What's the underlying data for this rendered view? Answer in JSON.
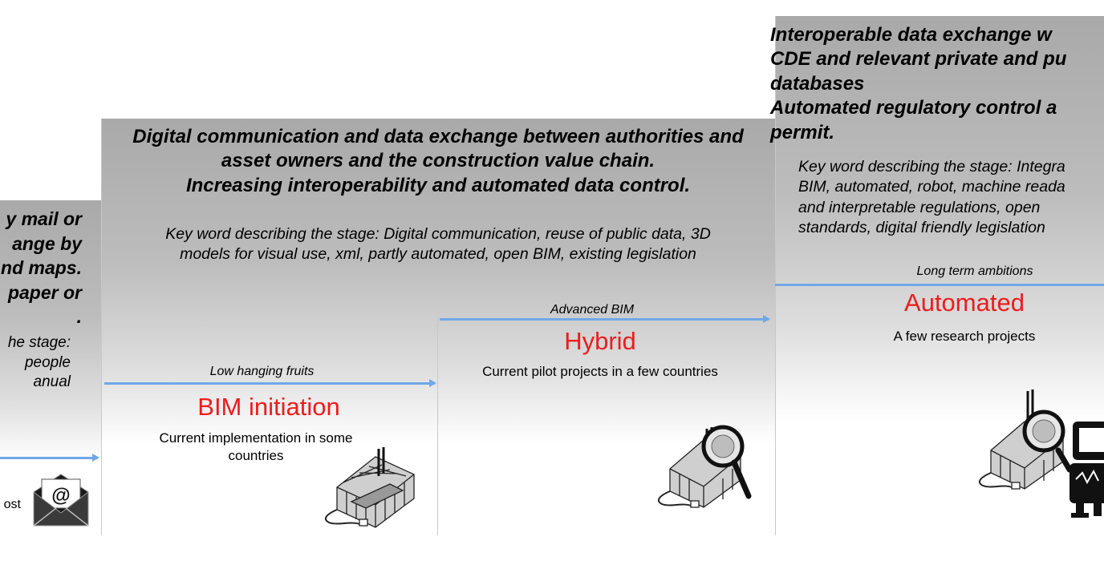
{
  "stage1": {
    "heading": "y mail or\nange by\nnd maps.\npaper or\n.",
    "keywords": "he stage:\n people\nanual",
    "desc": "ost"
  },
  "stage2": {
    "heading": "Digital communication and data exchange between authorities and\nasset owners and  the construction value chain.\nIncreasing interoperability and automated data control.",
    "keywords": "Key word describing the stage: Digital communication, reuse of public data, 3D\nmodels for visual use, xml, partly automated, open BIM, existing legislation",
    "arrow_left_label": "Low  hanging fruits",
    "arrow_right_label": "Advanced BIM",
    "left": {
      "title": "BIM initiation",
      "desc": "Current implementation in some\ncountries"
    },
    "right": {
      "title": "Hybrid",
      "desc": "Current pilot projects in a few countries"
    }
  },
  "stage3": {
    "heading": "Interoperable data exchange w\nCDE and relevant private and pu\ndatabases\nAutomated regulatory control a\npermit.",
    "keywords": "Key word describing the stage: Integra\nBIM, automated, robot, machine reada\nand interpretable regulations, open\nstandards, digital friendly legislation",
    "arrow_label": "Long term ambitions",
    "title": "Automated",
    "desc": "A few research projects"
  },
  "colors": {
    "accent_red": "#ee1c1c",
    "arrow_blue": "#6fa8e8",
    "panel_gray": "#a9a9a9"
  },
  "icons": [
    "envelope-at-icon",
    "building-model-icon",
    "building-magnifier-icon",
    "building-robot-icon"
  ]
}
